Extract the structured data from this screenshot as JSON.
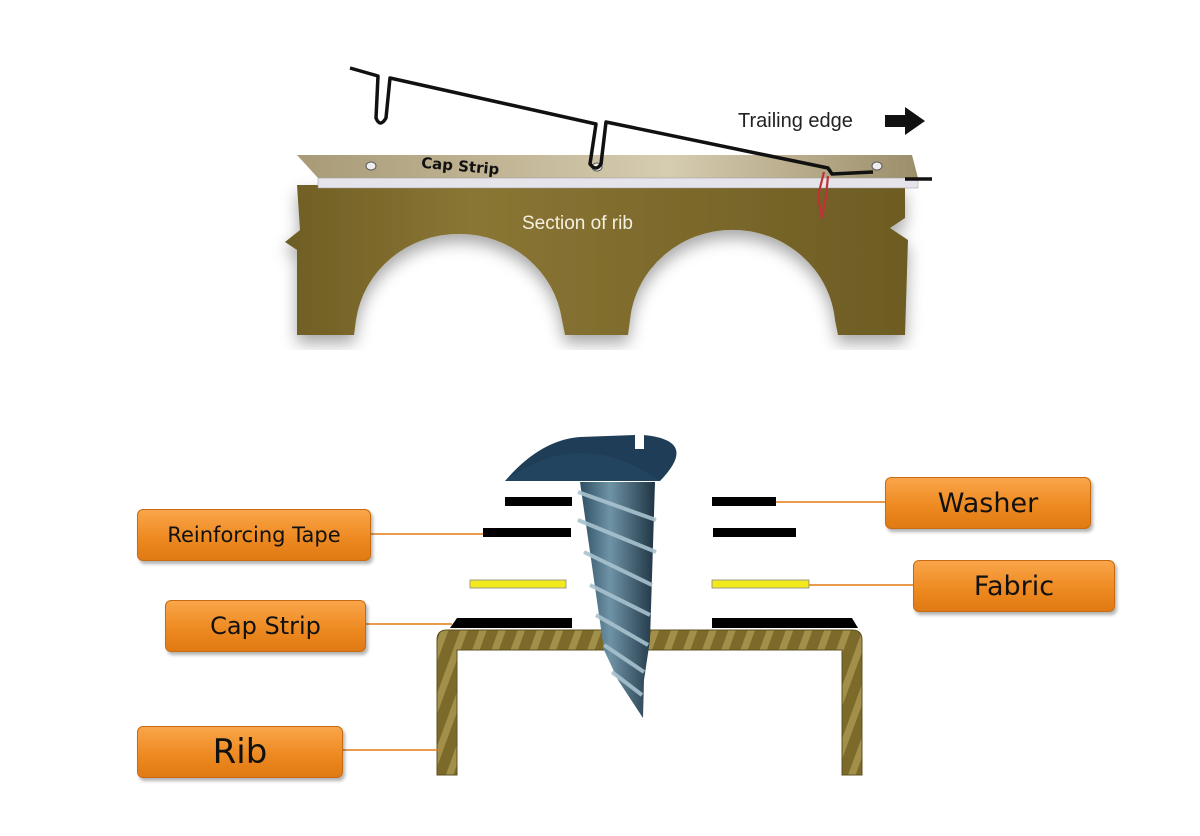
{
  "top_diagram": {
    "cap_strip_label": "Cap Strip",
    "rib_label": "Section of rib",
    "trailing_edge_label": "Trailing edge"
  },
  "bottom_diagram": {
    "labels": {
      "washer": "Washer",
      "reinforcing_tape": "Reinforcing Tape",
      "fabric": "Fabric",
      "cap_strip": "Cap Strip",
      "rib": "Rib"
    }
  },
  "colors": {
    "rib": "#7d6a2c",
    "label_orange": "#ee8a22",
    "screw": "#2d4a5e",
    "fabric": "#f2ea1c"
  }
}
